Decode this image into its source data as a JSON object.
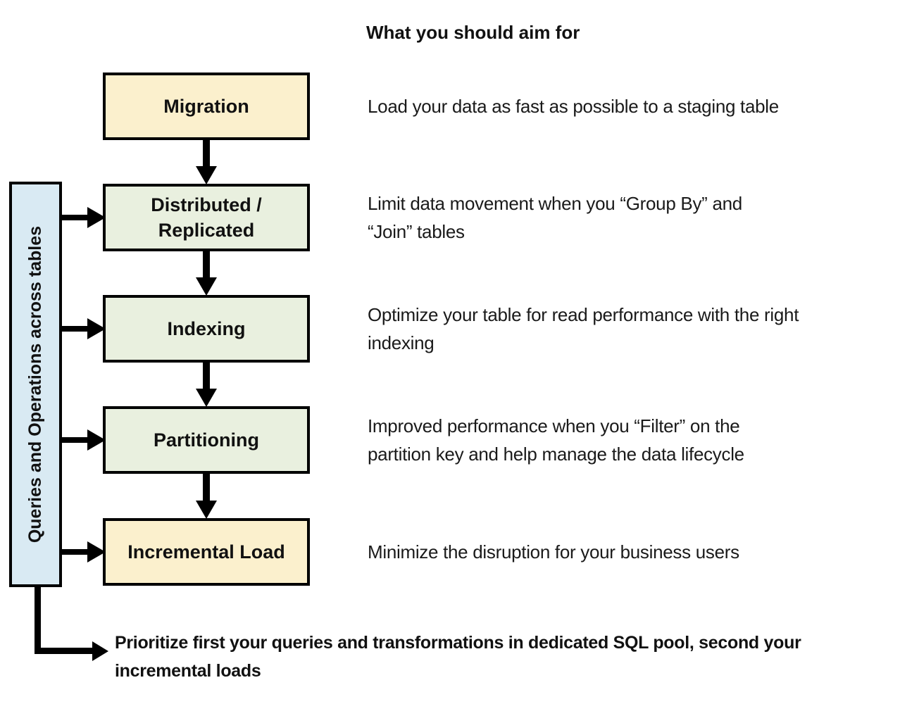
{
  "title": "What you should aim for",
  "sidebar": {
    "label": "Queries and Operations across tables"
  },
  "flow": {
    "steps": [
      {
        "label": "Migration",
        "description": "Load your data as fast as possible to a staging table",
        "fill": "#FBF0CD"
      },
      {
        "label": "Distributed /\nReplicated",
        "description": "Limit data movement when you “Group By” and “Join” tables",
        "fill": "#E9F0DF"
      },
      {
        "label": "Indexing",
        "description": "Optimize your table for read performance with the right indexing",
        "fill": "#E9F0DF"
      },
      {
        "label": "Partitioning",
        "description": "Improved performance when you “Filter” on the partition key and help manage the data lifecycle",
        "fill": "#E9F0DF"
      },
      {
        "label": "Incremental Load",
        "description": "Minimize the disruption for your business users",
        "fill": "#FBF0CD"
      }
    ]
  },
  "footer": {
    "note": "Prioritize first your queries and transformations in dedicated SQL pool, second your incremental loads"
  },
  "colors": {
    "box_yellow": "#FBF0CD",
    "box_green": "#E9F0DF",
    "sidebar_blue": "#D9EAF3",
    "border": "#000000",
    "text": "#111111",
    "background": "#FFFFFF"
  }
}
